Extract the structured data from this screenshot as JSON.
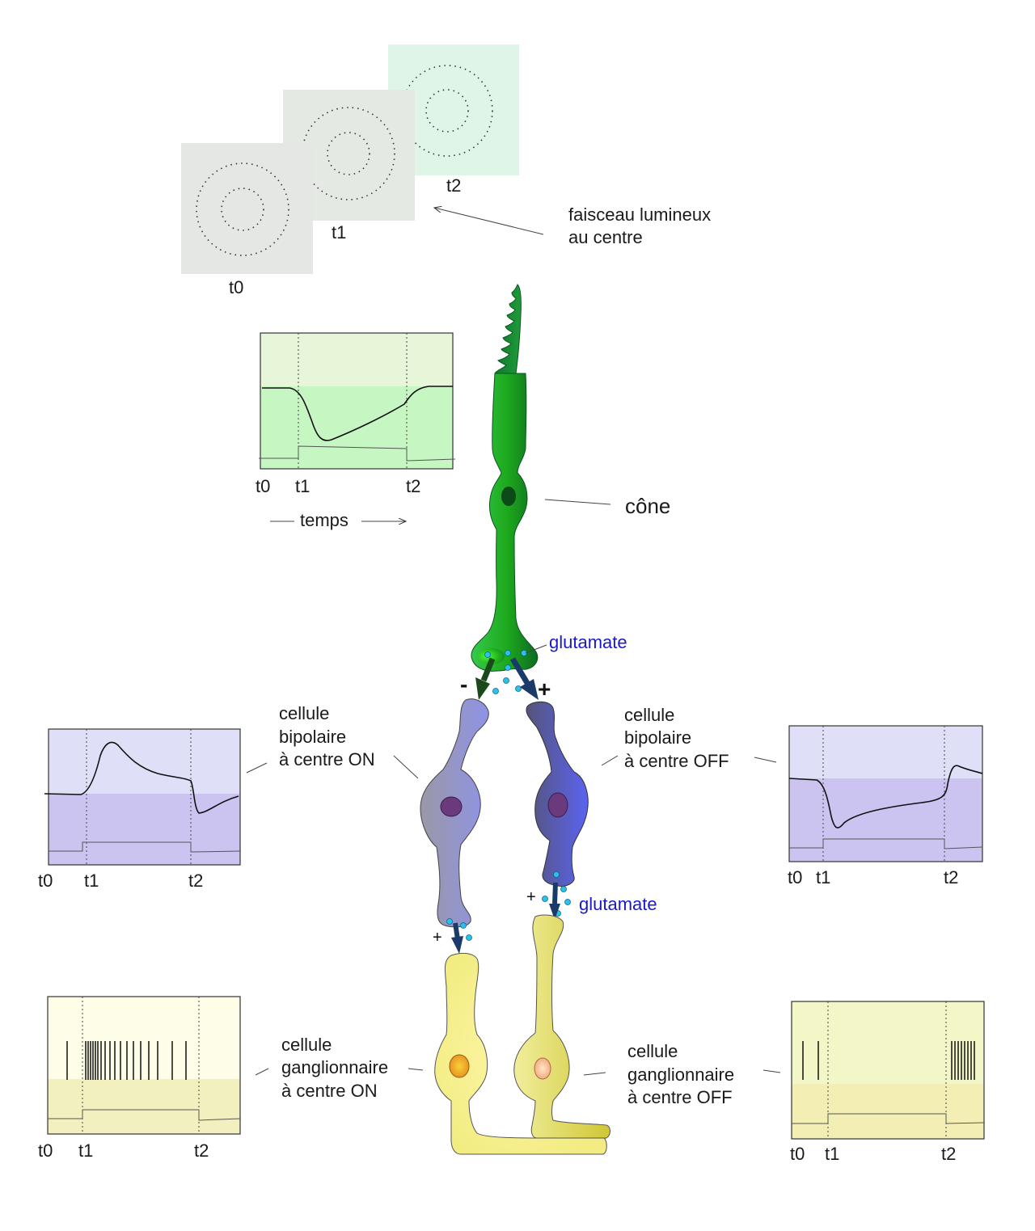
{
  "stimulus": {
    "frames": [
      {
        "label": "t0",
        "center_lit": false,
        "color": "#e4e7e4"
      },
      {
        "label": "t1",
        "center_lit": true,
        "color": "#e4e9e4"
      },
      {
        "label": "t2",
        "center_lit": false,
        "color": "#dff5e7"
      }
    ],
    "caption_line1": "faisceau lumineux",
    "caption_line2": "au centre"
  },
  "cone": {
    "label": "cône",
    "trace_labels": {
      "t0": "t0",
      "t1": "t1",
      "t2": "t2"
    },
    "time_axis": "temps",
    "color": "#1fb41f"
  },
  "neurotransmitter": {
    "label_top": "glutamate",
    "label_bottom": "glutamate",
    "color": "#2ec0e8"
  },
  "synapse_signs": {
    "cone_to_on": "-",
    "cone_to_off": "+",
    "on_to_ganglion": "+",
    "off_to_ganglion": "+"
  },
  "bipolar_on": {
    "label_line1": "cellule",
    "label_line2": "bipolaire",
    "label_line3": "à centre ON",
    "trace_labels": {
      "t0": "t0",
      "t1": "t1",
      "t2": "t2"
    },
    "color": "#8f93d9"
  },
  "bipolar_off": {
    "label_line1": "cellule",
    "label_line2": "bipolaire",
    "label_line3": "à centre OFF",
    "trace_labels": {
      "t0": "t0",
      "t1": "t1",
      "t2": "t2"
    },
    "color": "#5a5fc8"
  },
  "ganglion_on": {
    "label_line1": "cellule",
    "label_line2": "ganglionnaire",
    "label_line3": "à centre ON",
    "trace_labels": {
      "t0": "t0",
      "t1": "t1",
      "t2": "t2"
    },
    "color": "#f7f3a0"
  },
  "ganglion_off": {
    "label_line1": "cellule",
    "label_line2": "ganglionnaire",
    "label_line3": "à centre OFF",
    "trace_labels": {
      "t0": "t0",
      "t1": "t1",
      "t2": "t2"
    },
    "color": "#e3dd6a"
  }
}
